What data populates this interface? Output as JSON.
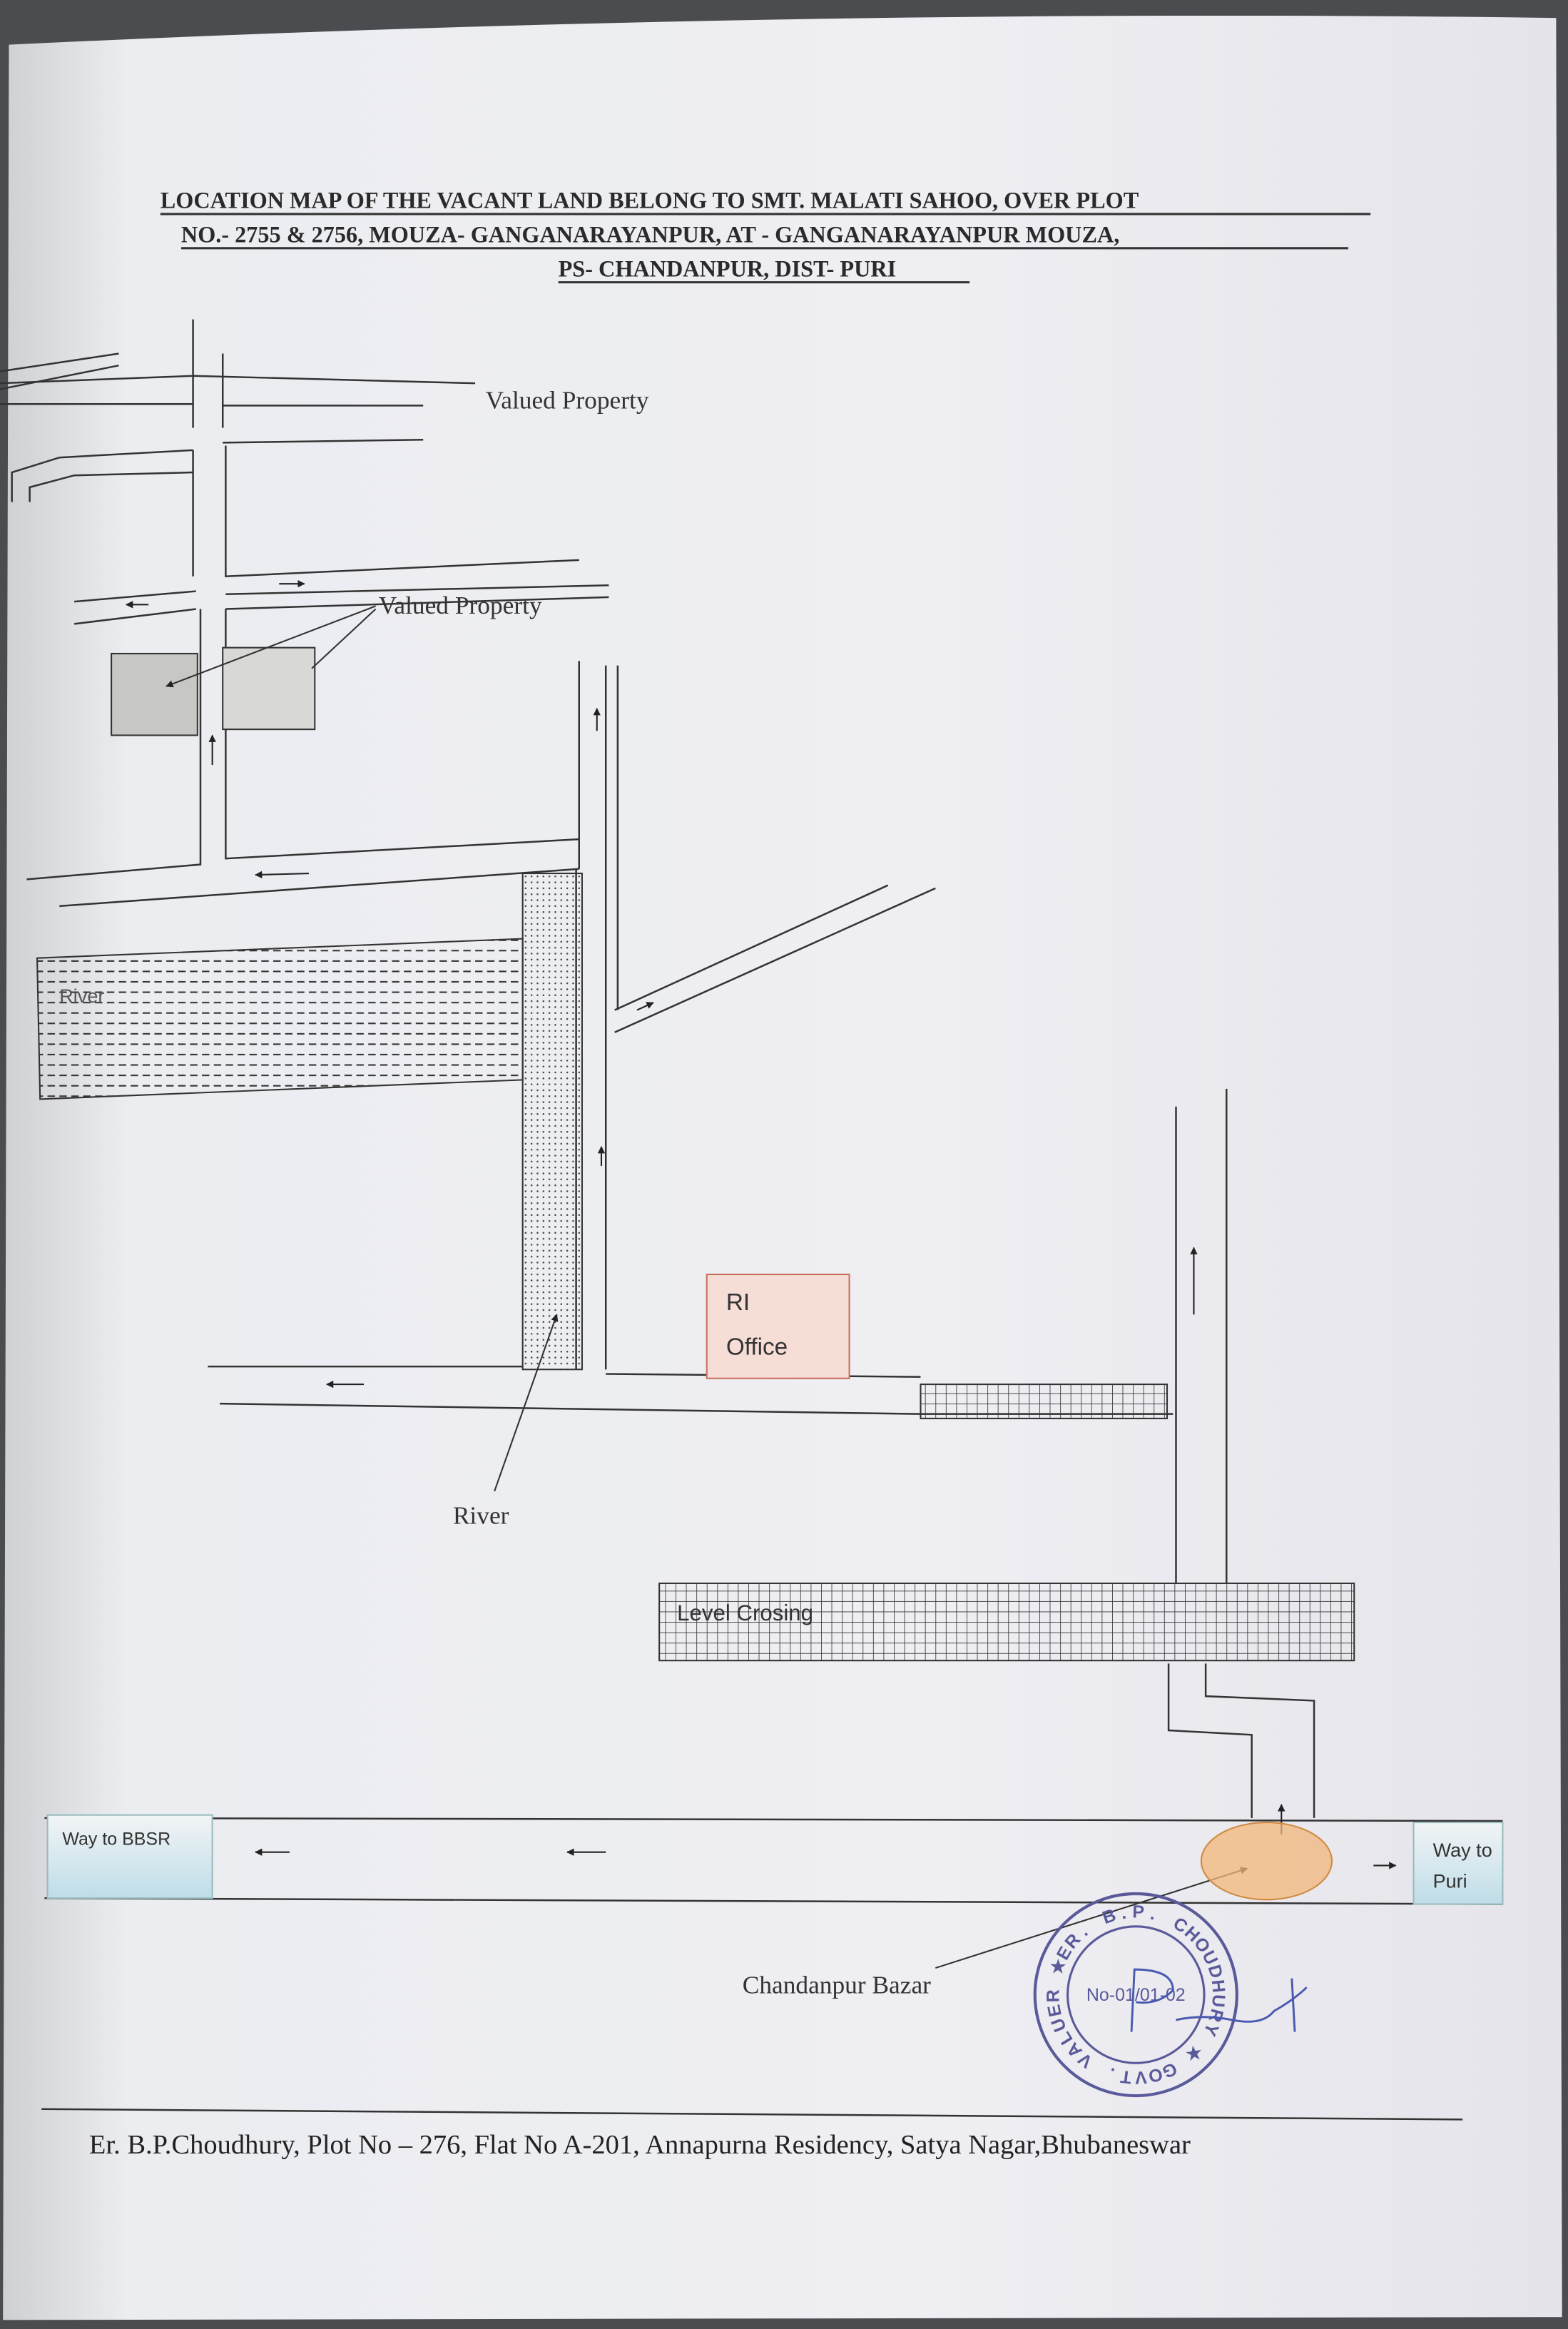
{
  "title": {
    "lines": [
      "LOCATION MAP OF THE VACANT LAND BELONG TO SMT. MALATI SAHOO, OVER PLOT",
      "NO.- 2755 & 2756,  MOUZA- GANGANARAYANPUR, AT - GANGANARAYANPUR MOUZA,",
      "PS- CHANDANPUR, DIST- PURI"
    ]
  },
  "map": {
    "labels": {
      "valued_property_1": "Valued Property",
      "valued_property_2": "Valued Property",
      "river_band": "River",
      "river_pointer": "River",
      "ri_office_1": "RI",
      "ri_office_2": "Office",
      "level_crossing": "Level Crosing",
      "way_to_bbsr": "Way to BBSR",
      "way_to_puri_1": "Way to",
      "way_to_puri_2": "Puri",
      "chandanpur_bazar": "Chandanpur Bazar"
    },
    "colors": {
      "ri_office_fill": "#f6ddd6",
      "ri_office_stroke": "#c8705a",
      "bazar_marker": "#f2b77a",
      "way_box": "#cfe6ee",
      "stamp_ink": "#5a5a9a"
    }
  },
  "stamp": {
    "outer_text": "ER. B.P. CHOUDHURY ★ GOVT. VALUER ★",
    "number": "No-01/01-02"
  },
  "footer": {
    "address": "Er. B.P.Choudhury, Plot No – 276, Flat No A-201, Annapurna Residency, Satya Nagar,Bhubaneswar"
  }
}
